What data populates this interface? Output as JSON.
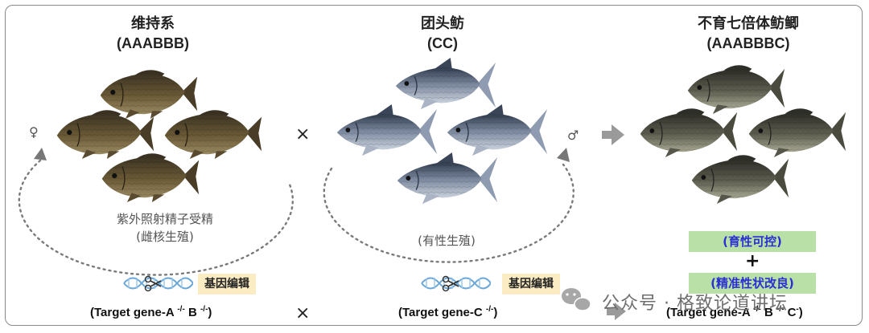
{
  "columns": {
    "maintenance": {
      "title": "维持系",
      "genotype": "(AAABBB)"
    },
    "bream": {
      "title": "团头鲂",
      "genotype": "(CC)"
    },
    "result": {
      "title": "不育七倍体鲂鲫",
      "genotype": "(AAABBBC)"
    }
  },
  "symbols": {
    "female": "♀",
    "male": "♂",
    "cross": "×",
    "plus": "+"
  },
  "left_loop": {
    "line1": "紫外照射精子受精",
    "line2": "(雌核生殖)"
  },
  "middle_loop": {
    "line1": "(有性生殖)"
  },
  "gene_edit_label": "基因编辑",
  "targets": {
    "left": {
      "pre": "(Target gene-A ",
      "sup1": "-/-",
      "mid": " B ",
      "sup2": "-/-",
      "post": ")"
    },
    "middle": {
      "pre": "(Target gene-C ",
      "sup1": "-/-",
      "post": ")"
    },
    "right": {
      "pre": "(Target gene-A ",
      "sup1": "-/-",
      "mid": " B ",
      "sup2": "-/-",
      "mid2": " C",
      "sup3": "-",
      "post": ")"
    }
  },
  "traits": {
    "fertility": "(育性可控)",
    "breeding": "(精准性状改良)"
  },
  "watermark": "公众号 · 格致论道讲坛",
  "colors": {
    "trait_box": "#b8e0a7",
    "trait_text": "#2a2fd4",
    "edit_tag": "#fbecc3",
    "arrow": "#9a9a9a"
  }
}
